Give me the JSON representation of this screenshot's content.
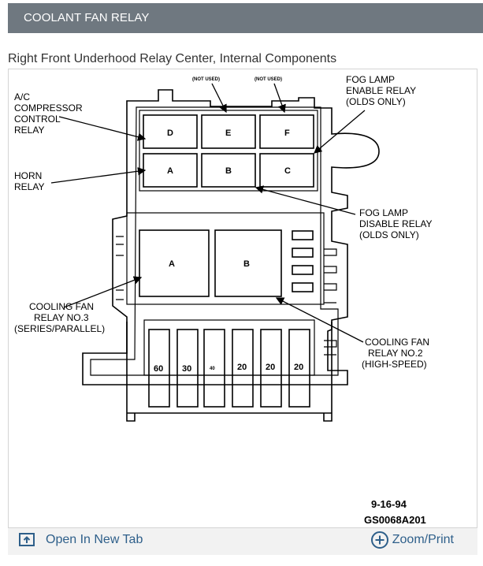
{
  "header": {
    "title": "COOLANT FAN RELAY",
    "bg_color": "#6f7880"
  },
  "caption": "Right Front Underhood Relay Center, Internal Components",
  "diagram": {
    "labels": {
      "not_used_1": "(NOT USED)",
      "not_used_2": "(NOT USED)",
      "ac_1": "A/C",
      "ac_2": "COMPRESSOR",
      "ac_3": "CONTROL",
      "ac_4": "RELAY",
      "fog_enable_1": "FOG LAMP",
      "fog_enable_2": "ENABLE RELAY",
      "fog_enable_3": "(OLDS ONLY)",
      "horn_1": "HORN",
      "horn_2": "RELAY",
      "fog_disable_1": "FOG LAMP",
      "fog_disable_2": "DISABLE RELAY",
      "fog_disable_3": "(OLDS ONLY)",
      "cf3_1": "COOLING FAN",
      "cf3_2": "RELAY NO.3",
      "cf3_3": "(SERIES/PARALLEL)",
      "cf2_1": "COOLING FAN",
      "cf2_2": "RELAY NO.2",
      "cf2_3": "(HIGH-SPEED)"
    },
    "relay_cells": {
      "d": "D",
      "e": "E",
      "f": "F",
      "a": "A",
      "b": "B",
      "c": "C",
      "big_a": "A",
      "big_b": "B"
    },
    "fuses": [
      "60",
      "30",
      "40",
      "20",
      "20",
      "20"
    ],
    "stamp_date": "9-16-94",
    "stamp_code": "GS0068A201"
  },
  "footer": {
    "open_tab_label": "Open In New Tab",
    "zoom_label": "Zoom/Print",
    "link_color": "#2e5f8a",
    "icons": {
      "open_tab": "open-in-new-tab-icon",
      "zoom": "zoom-plus-icon"
    }
  }
}
